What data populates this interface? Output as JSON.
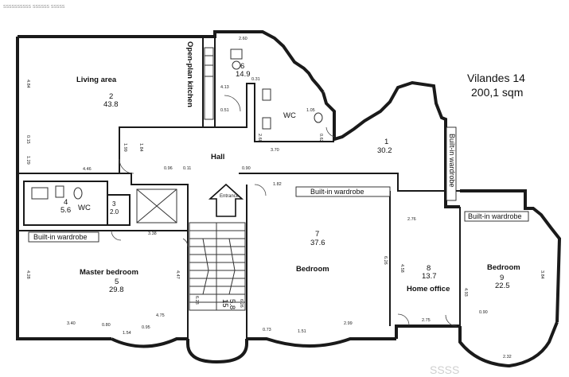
{
  "header": {
    "watermark_top": "ssssssssss ssssss sssss",
    "watermark_bottom": "SSSS"
  },
  "title": {
    "address": "Vilandes 14",
    "total_area": "200,1 sqm"
  },
  "rooms": [
    {
      "key": "hall",
      "name": "Hall",
      "number": "1",
      "area": "30.2"
    },
    {
      "key": "living",
      "name": "Living area",
      "number": "2",
      "area": "43.8"
    },
    {
      "key": "kitchen",
      "name": "Open-plan kitchen"
    },
    {
      "key": "stair_room",
      "number": "3",
      "area": "2.0"
    },
    {
      "key": "wc_small",
      "name": "WC",
      "number": "4",
      "area": "5.6"
    },
    {
      "key": "master",
      "name": "Master bedroom",
      "number": "5",
      "area": "29.8"
    },
    {
      "key": "wc_large",
      "name": "WC",
      "number": "6",
      "area": "14.9"
    },
    {
      "key": "bed7",
      "name": "Bedroom",
      "number": "7",
      "area": "37.6"
    },
    {
      "key": "office",
      "name": "Home office",
      "number": "8",
      "area": "13.7"
    },
    {
      "key": "bed9",
      "name": "Bedroom",
      "number": "9",
      "area": "22.5"
    },
    {
      "key": "stairs",
      "number": "15",
      "area": "5.8"
    }
  ],
  "wardrobes": {
    "master": "Built-in wardrobe",
    "bed7": "Built-in wardrobe",
    "bed9": "Built-in wardrobe",
    "hall": "Built-in wardrobe"
  },
  "entrance": "Entrance",
  "dimensions": {
    "living_h": "4.84",
    "living_w": "4.46",
    "living_l1": "1.29",
    "living_l2": "0.15",
    "hall_a": "0.96",
    "hall_b": "0.11",
    "hall_c": "0.90",
    "hall_d": "1.99",
    "hall_e": "1.84",
    "wc_a": "0.31",
    "wc_b": "1.05",
    "wc_c": "2.68",
    "wc_d": "0.62",
    "wc_e": "3.70",
    "k_a": "4.13",
    "k_b": "0.51",
    "k_c": "2.60",
    "master_w": "3.38",
    "master_h1": "4.28",
    "master_h2": "4.47",
    "master_b1": "3.40",
    "master_b2": "0.80",
    "master_b3": "1.54",
    "master_b4": "0.95",
    "master_b5": "4.75",
    "b7_h": "6.26",
    "b7_b1": "0.73",
    "b7_b2": "1.51",
    "b7_b3": "2.99",
    "b7_t": "1.82",
    "of_w": "2.76",
    "of_h": "4.58",
    "of_b": "2.75",
    "of_c": "4.93",
    "b9_h": "3.84",
    "b9_b": "2.32",
    "b9_c": "0.90",
    "st_a": "6.23",
    "st_b": "6.26"
  }
}
